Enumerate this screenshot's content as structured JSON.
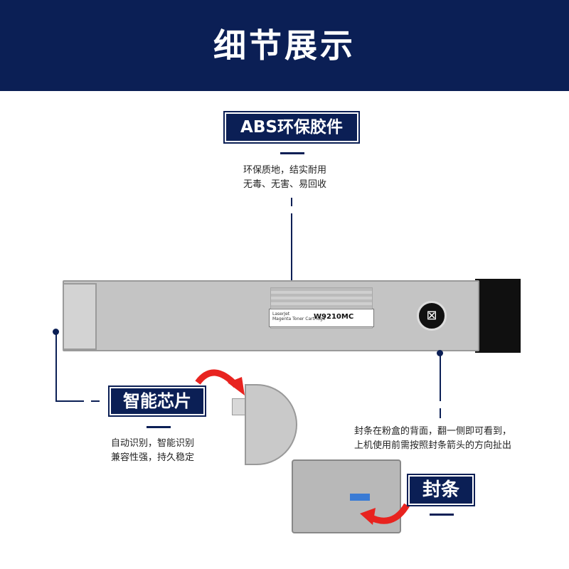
{
  "header": {
    "title": "细节展示",
    "bg": "#0b1f55"
  },
  "abs": {
    "tag": "ABS环保胶件",
    "desc": [
      "环保质地，结实耐用",
      "无毒、无害、易回收"
    ]
  },
  "chip": {
    "tag": "智能芯片",
    "desc": [
      "自动识别，智能识别",
      "兼容性强，持久稳定"
    ]
  },
  "seal": {
    "tag": "封条",
    "desc": [
      "封条在粉盒的背面，翻一侧即可看到，",
      "上机使用前需按照封条箭头的方向扯出"
    ]
  },
  "cartridge": {
    "label_model": "W9210MC",
    "label_brand": "LaserJet",
    "label_sub": "Magenta Toner Cartridge"
  },
  "colors": {
    "accent": "#0b1f55",
    "arrow": "#e8231f"
  }
}
